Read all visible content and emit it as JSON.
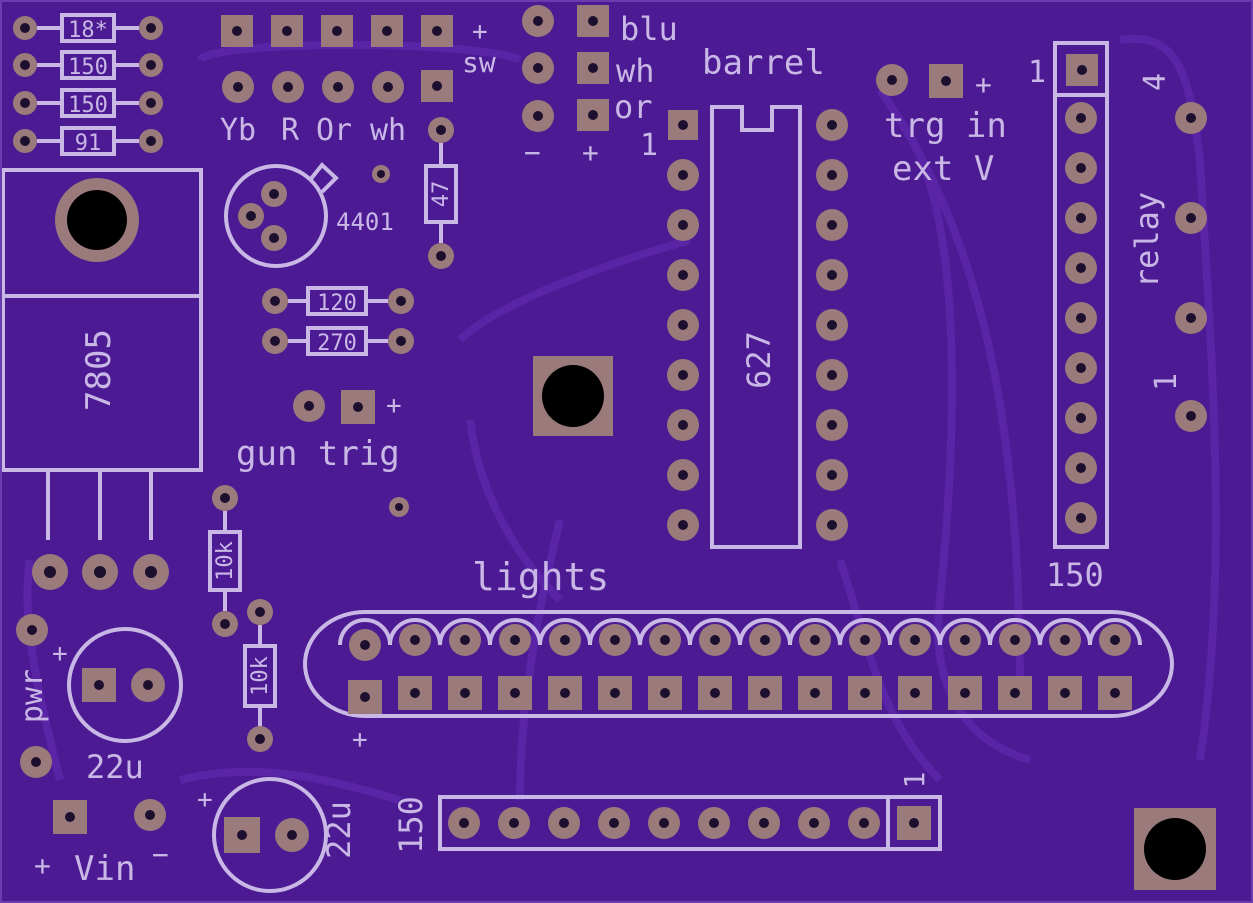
{
  "colors": {
    "board": "#4c1a93",
    "trace": "#5a24a6",
    "pad": "#9a7a7a",
    "pad_hole": "#1d0f2e",
    "silk": "#c9b8e6",
    "mount_hole": "#000000"
  },
  "labels": {
    "r18": "18*",
    "r150a": "150",
    "r150b": "150",
    "r91": "91",
    "yb": "Yb",
    "r": "R",
    "or_wire": "Or",
    "wh_wire": "wh",
    "plus_sw": "+",
    "sw": "sw",
    "blu": "blu",
    "wh": "wh",
    "or": "or",
    "minus_sw": "−",
    "plus_sw2": "+",
    "barrel": "barrel",
    "pin1_ic": "1",
    "trg_plus": "+",
    "trg_in": "trg in",
    "ext_v": "ext V",
    "relay_1": "1",
    "relay_4": "4",
    "relay_label": "relay",
    "relay_1b": "1",
    "tr_4401": "4401",
    "r47": "47",
    "r120": "120",
    "r270": "270",
    "reg_7805": "7805",
    "gt_plus": "+",
    "gun_trig": "gun trig",
    "ic_627": "627",
    "lights": "lights",
    "lights_150": "150",
    "r10k_a": "10k",
    "r10k_b": "10k",
    "pwr_plus": "+",
    "pwr": "pwr",
    "cap_22u_a": "22u",
    "lights_plus": "+",
    "vin_plus": "+",
    "vin": "Vin",
    "vin_minus": "−",
    "cap2_plus": "+",
    "cap_22u_b": "22u",
    "bottom_150": "150",
    "bottom_1": "1"
  }
}
